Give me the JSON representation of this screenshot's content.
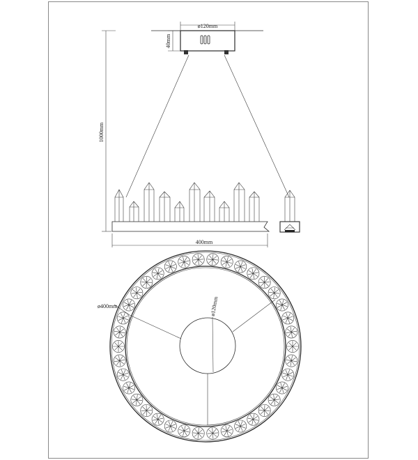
{
  "drawing": {
    "canopy_diameter_label": "ø120mm",
    "canopy_height_label": "40mm",
    "drop_length_label": "1000mm",
    "ring_width_label": "400mm",
    "ring_diameter_label": "ø400mm",
    "center_diameter_label": "ø120mm"
  }
}
